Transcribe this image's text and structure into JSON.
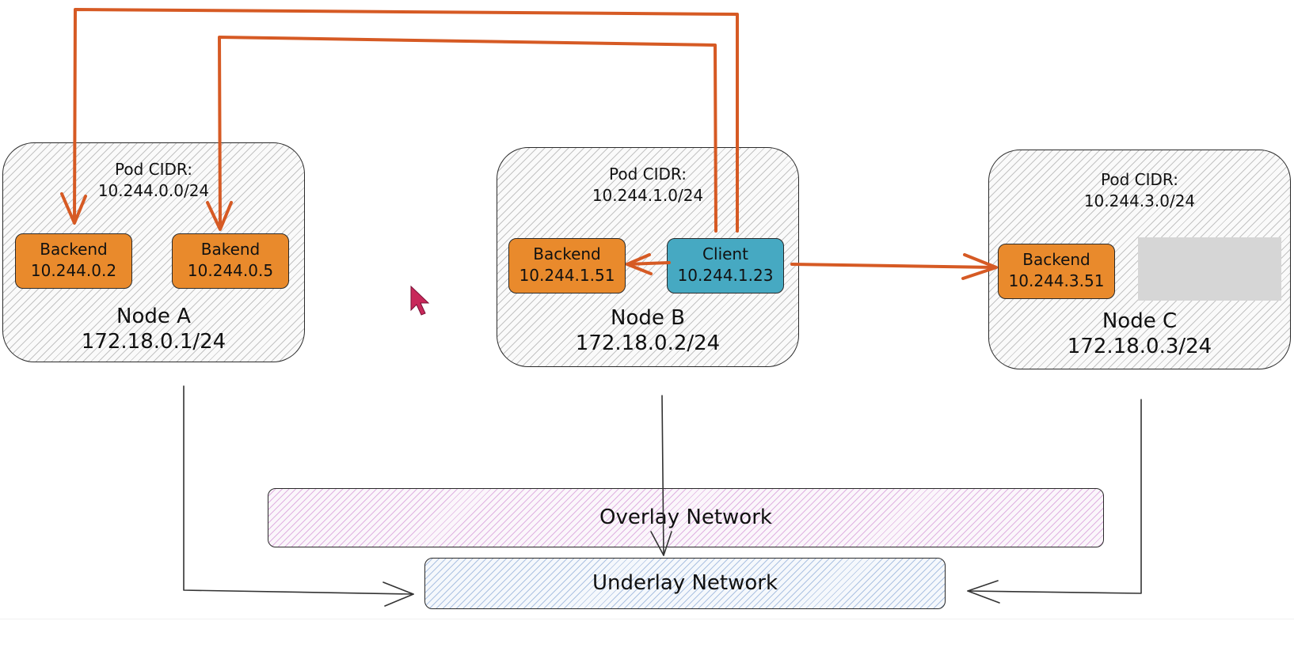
{
  "nodes": [
    {
      "id": "a",
      "pod_cidr_label": "Pod CIDR:",
      "pod_cidr": "10.244.0.0/24",
      "name": "Node A",
      "ip": "172.18.0.1/24",
      "pods": [
        {
          "role": "backend",
          "name": "Backend",
          "ip": "10.244.0.2"
        },
        {
          "role": "backend",
          "name": "Bakend",
          "ip": "10.244.0.5"
        }
      ]
    },
    {
      "id": "b",
      "pod_cidr_label": "Pod CIDR:",
      "pod_cidr": "10.244.1.0/24",
      "name": "Node B",
      "ip": "172.18.0.2/24",
      "pods": [
        {
          "role": "backend",
          "name": "Backend",
          "ip": "10.244.1.51"
        },
        {
          "role": "client",
          "name": "Client",
          "ip": "10.244.1.23"
        }
      ]
    },
    {
      "id": "c",
      "pod_cidr_label": "Pod CIDR:",
      "pod_cidr": "10.244.3.0/24",
      "name": "Node C",
      "ip": "172.18.0.3/24",
      "pods": [
        {
          "role": "backend",
          "name": "Backend",
          "ip": "10.244.3.51"
        }
      ]
    }
  ],
  "networks": {
    "overlay": "Overlay Network",
    "underlay": "Underlay Network"
  },
  "colors": {
    "backend_pod": "#e98a2c",
    "client_pod": "#46a9c2",
    "traffic_arrow": "#d65a24",
    "link_line": "#333333",
    "overlay_hatch": "#c46ec8",
    "underlay_hatch": "#648cc8"
  },
  "icons": {
    "cursor": "mouse-pointer-icon"
  }
}
